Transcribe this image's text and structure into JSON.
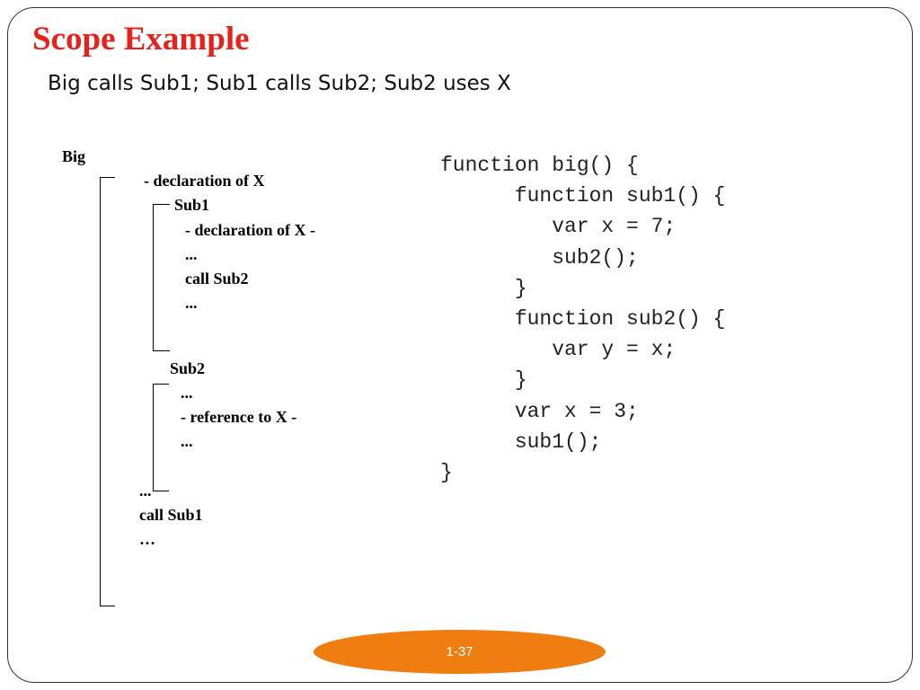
{
  "slide": {
    "title": "Scope Example",
    "subtitle": "Big calls Sub1; Sub1 calls Sub2; Sub2 uses X",
    "page_number": "1-37"
  },
  "diagram": {
    "big_label": "Big",
    "big_decl": "- declaration of X",
    "sub1_label": "Sub1",
    "sub1_lines": [
      "- declaration of X -",
      "...",
      "call Sub2",
      "..."
    ],
    "sub2_label": "Sub2",
    "sub2_lines": [
      "...",
      "- reference to X -",
      "..."
    ],
    "big_tail": [
      "...",
      "call Sub1",
      "…"
    ]
  },
  "code": [
    "function big() {",
    "      function sub1() {",
    "         var x = 7;",
    "         sub2();",
    "      }",
    "      function sub2() {",
    "         var y = x;",
    "      }",
    "      var x = 3;",
    "      sub1();",
    "}"
  ],
  "colors": {
    "title": "#e8211c",
    "page_pill": "#ef7d10"
  }
}
